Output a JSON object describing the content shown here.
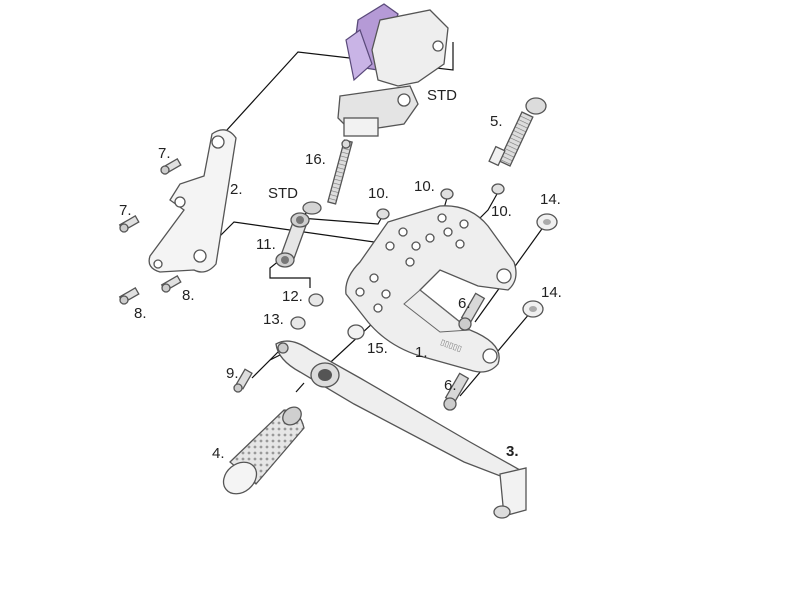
{
  "diagram": {
    "labels": {
      "std_master_cylinder": "STD",
      "std_nut": "STD",
      "part_1": "1.",
      "part_2": "2.",
      "part_3": "3.",
      "part_4": "4.",
      "part_5": "5.",
      "part_6_upper": "6.",
      "part_6_lower": "6.",
      "part_7_upper": "7.",
      "part_7_lower": "7.",
      "part_8_left": "8.",
      "part_8_right": "8.",
      "part_9": "9.",
      "part_10_left": "10.",
      "part_10_mid": "10.",
      "part_10_right": "10.",
      "part_11": "11.",
      "part_12": "12.",
      "part_13": "13.",
      "part_14_upper": "14.",
      "part_14_lower": "14.",
      "part_15": "15.",
      "part_16": "16."
    },
    "colors": {
      "cylinder_purple": "#b59ad6",
      "metal_light": "#eeeeee",
      "metal_shade": "#cfcfcf",
      "line": "#111111"
    }
  }
}
